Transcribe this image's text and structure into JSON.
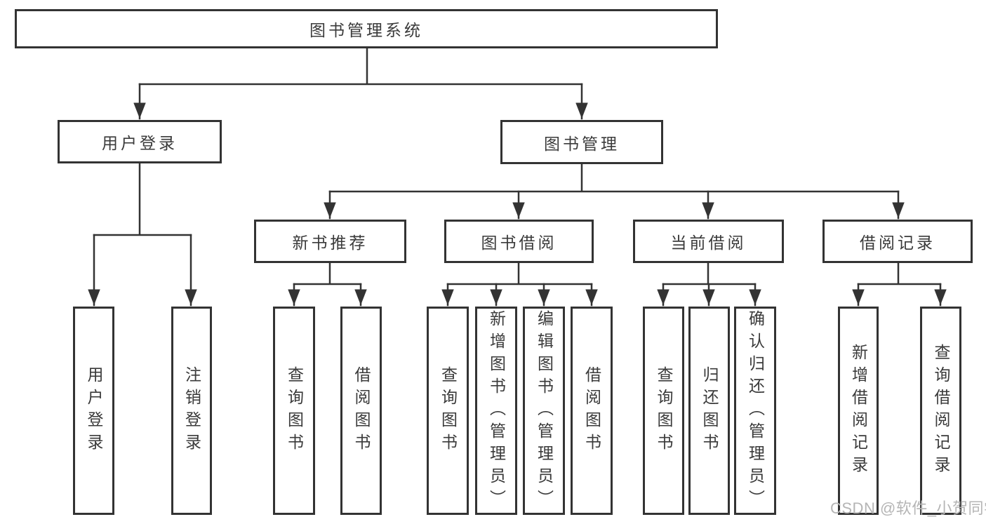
{
  "tree": {
    "root": {
      "label": "图书管理系统"
    },
    "user_login": {
      "label": "用户登录",
      "children": [
        {
          "label": "用户登录"
        },
        {
          "label": "注销登录"
        }
      ]
    },
    "book_mgmt": {
      "label": "图书管理"
    },
    "mid": [
      {
        "label": "新书推荐",
        "children": [
          {
            "label": "查询图书"
          },
          {
            "label": "借阅图书"
          }
        ]
      },
      {
        "label": "图书借阅",
        "children": [
          {
            "label": "查询图书"
          },
          {
            "label": "新增图书（管理员）"
          },
          {
            "label": "编辑图书（管理员）"
          },
          {
            "label": "借阅图书"
          }
        ]
      },
      {
        "label": "当前借阅",
        "children": [
          {
            "label": "查询图书"
          },
          {
            "label": "归还图书"
          },
          {
            "label": "确认归还（管理员）"
          }
        ]
      },
      {
        "label": "借阅记录",
        "children": [
          {
            "label": "新增借阅记录"
          },
          {
            "label": "查询借阅记录"
          }
        ]
      }
    ]
  },
  "watermark": {
    "text": "CSDN @软件_小贺同学"
  },
  "colors": {
    "line": "#333333",
    "text": "#3a3a3a",
    "box_background": "#ffffff",
    "page_background": "#ffffff",
    "watermark": "#b5b5b5"
  }
}
